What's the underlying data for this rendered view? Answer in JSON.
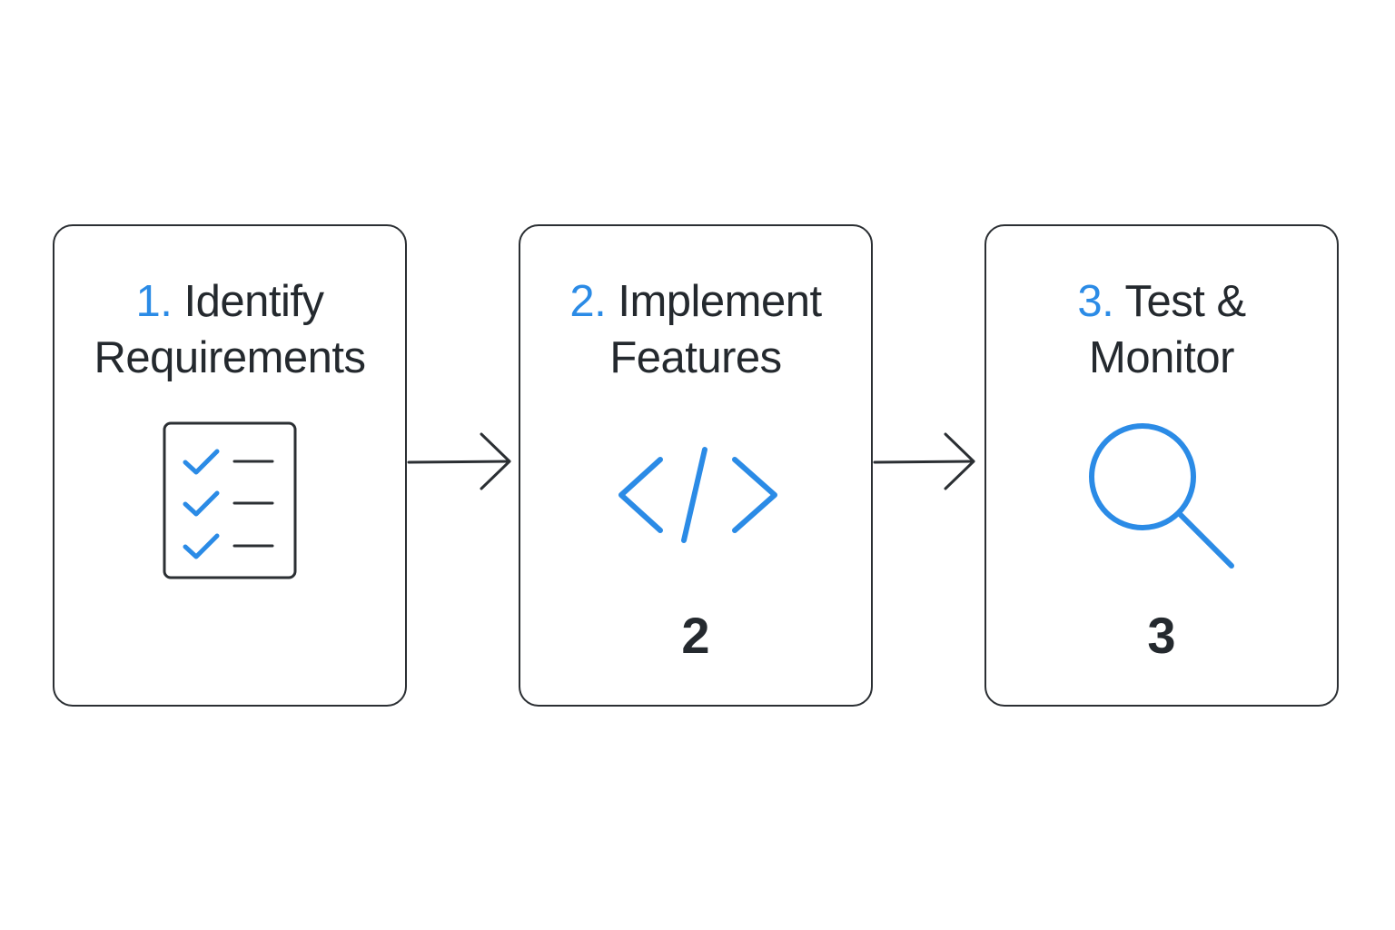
{
  "colors": {
    "accent": "#2b8be6",
    "text": "#24292e",
    "border": "#2b2f33",
    "background": "#ffffff"
  },
  "steps": [
    {
      "number_label": "1.",
      "title_line1": "Identify",
      "title_line2": "Requirements",
      "icon": "checklist-icon",
      "badge": ""
    },
    {
      "number_label": "2.",
      "title_line1": "Implement",
      "title_line2": "Features",
      "icon": "code-icon",
      "badge": "2"
    },
    {
      "number_label": "3.",
      "title_line1": "Test &",
      "title_line2": "Monitor",
      "icon": "magnifier-icon",
      "badge": "3"
    }
  ],
  "connectors": [
    {
      "from": "steps.0",
      "to": "steps.1",
      "icon": "arrow-right-icon"
    },
    {
      "from": "steps.1",
      "to": "steps.2",
      "icon": "arrow-right-icon"
    }
  ]
}
